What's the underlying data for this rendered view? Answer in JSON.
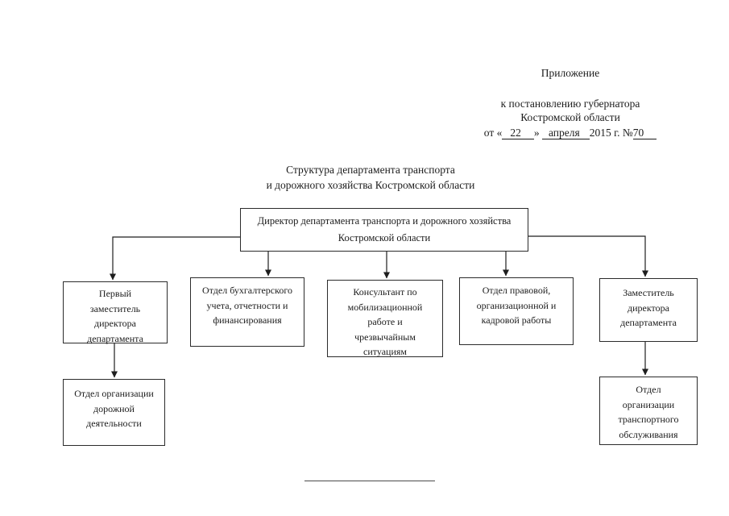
{
  "header": {
    "appendix": "Приложение",
    "decree_line1": "к постановлению губернатора",
    "decree_line2": "Костромской области",
    "date": {
      "prefix": "от «",
      "day": "22",
      "close_quote": "»",
      "month": "апреля",
      "year_suffix": "2015 г. №",
      "number": "70"
    }
  },
  "title": {
    "line1": "Структура департамента транспорта",
    "line2": "и дорожного хозяйства Костромской области"
  },
  "chart": {
    "type": "org-diagram",
    "root": {
      "id": "director",
      "label": "Директор департамента транспорта и дорожного хозяйства\nКостромской области"
    },
    "level2": [
      {
        "id": "first-deputy",
        "parent": "director",
        "label": "Первый\nзаместитель\nдиректора\nдепартамента"
      },
      {
        "id": "accounting",
        "parent": "director",
        "label": "Отдел бухгалтерского\nучета, отчетности и\nфинансирования"
      },
      {
        "id": "consultant",
        "parent": "director",
        "label": "Консультант по\nмобилизационной\nработе и\nчрезвычайным\nситуациям"
      },
      {
        "id": "legal",
        "parent": "director",
        "label": "Отдел правовой,\nорганизационной и\nкадровой работы"
      },
      {
        "id": "deputy",
        "parent": "director",
        "label": "Заместитель\nдиректора\nдепартамента"
      }
    ],
    "level3": [
      {
        "id": "road-dept",
        "parent": "first-deputy",
        "label": "Отдел организации\nдорожной\nдеятельности"
      },
      {
        "id": "transport-dept",
        "parent": "deputy",
        "label": "Отдел\nорганизации\nтранспортного\nобслуживания"
      }
    ],
    "line_color": "#1e1e1e",
    "box_border_color": "#2b2b2b",
    "background_color": "#ffffff"
  }
}
